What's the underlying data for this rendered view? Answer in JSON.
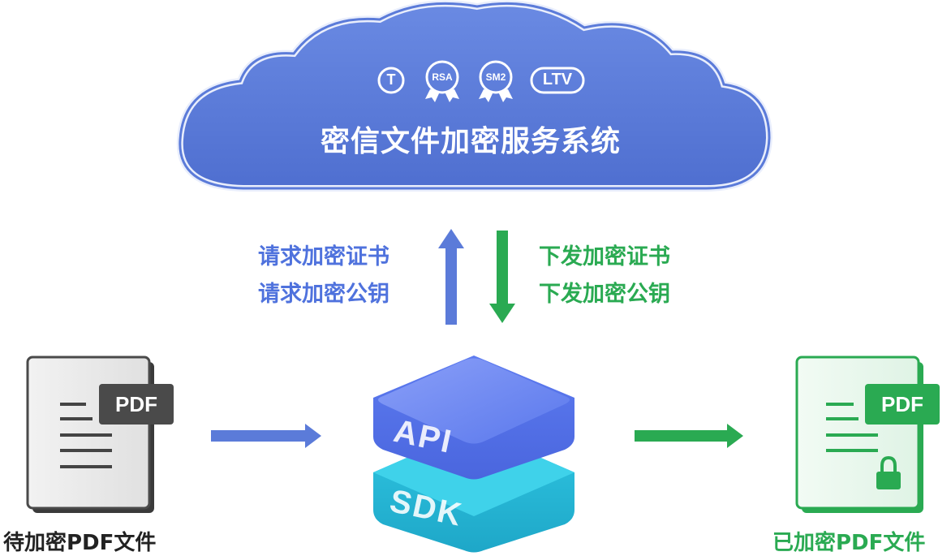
{
  "cloud": {
    "title": "密信文件加密服务系统",
    "badges": [
      {
        "icon": "timestamp-icon",
        "label": "T"
      },
      {
        "icon": "rsa-ribbon-icon",
        "label": "RSA"
      },
      {
        "icon": "sm2-ribbon-icon",
        "label": "SM2"
      },
      {
        "icon": "ltv-pill-icon",
        "label": "LTV"
      }
    ]
  },
  "request": {
    "line1": "请求加密证书",
    "line2": "请求加密公钥"
  },
  "issue": {
    "line1": "下发加密证书",
    "line2": "下发加密公钥"
  },
  "sdk_stack": {
    "top": "API",
    "bottom": "SDK"
  },
  "source_doc": {
    "tag": "PDF",
    "label": "待加密PDF文件"
  },
  "target_doc": {
    "tag": "PDF",
    "label": "已加密PDF文件"
  },
  "colors": {
    "cloud": "#5b7bd9",
    "blue_arrow": "#5b7bd9",
    "green_arrow": "#2aaa52",
    "doc_gray": "#4a4a4a",
    "doc_green": "#2aaa52",
    "api_layer": "#5b7ff0",
    "sdk_layer": "#22b9d6"
  }
}
